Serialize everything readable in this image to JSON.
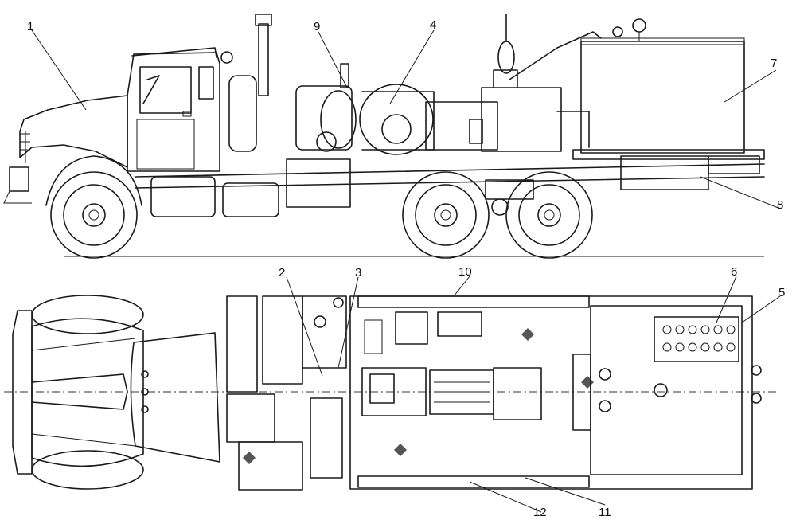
{
  "labels": {
    "l1": "1",
    "l2": "2",
    "l3": "3",
    "l4": "4",
    "l5": "5",
    "l6": "6",
    "l7": "7",
    "l8": "8",
    "l9": "9",
    "l10": "10",
    "l11": "11",
    "l12": "12"
  },
  "colors": {
    "ink": "#1a1a1a",
    "paper": "#ffffff"
  }
}
